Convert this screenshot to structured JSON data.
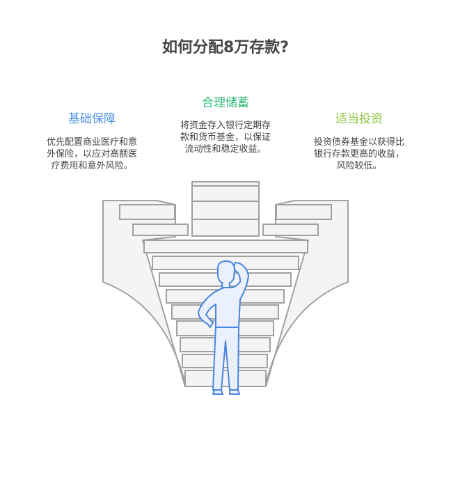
{
  "title": "如何分配8万存款?",
  "sections": [
    {
      "heading": "基础保障",
      "color": "#4a90e2",
      "lines": [
        "优先配置商业医疗和意",
        "外保险，以应对高额医",
        "疗费用和意外风险。"
      ]
    },
    {
      "heading": "合理储蓄",
      "color": "#2ebd7a",
      "lines": [
        "将资金存入银行定期存",
        "款和货币基金，以保证",
        "流动性和稳定收益。"
      ]
    },
    {
      "heading": "适当投资",
      "color": "#8cc43e",
      "lines": [
        "投资债券基金以获得比",
        "银行存款更高的收益，",
        "风险较低。"
      ]
    }
  ],
  "colors": {
    "stroke": "#a0a0a0",
    "fill": "#f4f4f4",
    "person": "#4a86e0",
    "person_fill": "#eaf1fd"
  }
}
